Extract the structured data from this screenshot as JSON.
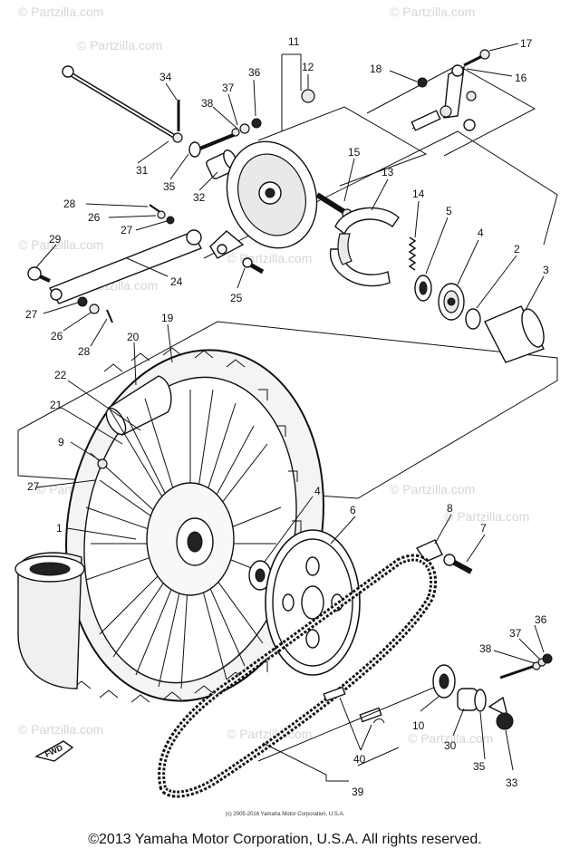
{
  "watermark": "© Partzilla.com",
  "labels": {
    "l1": "1",
    "l2": "2",
    "l3": "3",
    "l4a": "4",
    "l4b": "4",
    "l5": "5",
    "l6": "6",
    "l7": "7",
    "l8": "8",
    "l9": "9",
    "l10": "10",
    "l11": "11",
    "l12": "12",
    "l13": "13",
    "l14": "14",
    "l15": "15",
    "l16": "16",
    "l17": "17",
    "l18": "18",
    "l19": "19",
    "l20": "20",
    "l21": "21",
    "l22": "22",
    "l24": "24",
    "l25": "25",
    "l26a": "26",
    "l26b": "26",
    "l27a": "27",
    "l27b": "27",
    "l27c": "27",
    "l28a": "28",
    "l28b": "28",
    "l29": "29",
    "l30": "30",
    "l31": "31",
    "l32": "32",
    "l33": "33",
    "l34": "34",
    "l35a": "35",
    "l35b": "35",
    "l36a": "36",
    "l36b": "36",
    "l37a": "37",
    "l37b": "37",
    "l38a": "38",
    "l38b": "38",
    "l39": "39",
    "l40": "40"
  },
  "fwd_label": "FWD",
  "small_copyright": "(c) 2005-2016 Yamaha Motor Corporation, U.S.A.",
  "footer_copyright": "©2013 Yamaha Motor Corporation, U.S.A. All rights reserved."
}
